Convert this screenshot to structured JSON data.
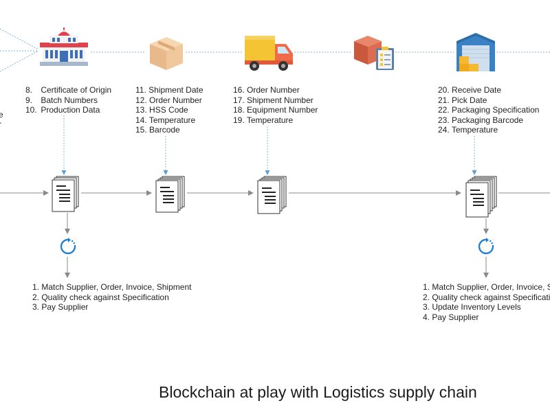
{
  "caption": "Blockchain at play with Logistics supply chain",
  "edge_fragments": [
    "e",
    "r"
  ],
  "stages": [
    {
      "icon": "government-building-icon",
      "fields": [
        {
          "n": "8.",
          "t": "Certificate of Origin"
        },
        {
          "n": "9.",
          "t": "Batch Numbers"
        },
        {
          "n": "10.",
          "t": "Production Data"
        }
      ]
    },
    {
      "icon": "cardboard-box-icon",
      "fields": [
        {
          "n": "11.",
          "t": "Shipment Date"
        },
        {
          "n": "12.",
          "t": "Order Number"
        },
        {
          "n": "13.",
          "t": "HSS Code"
        },
        {
          "n": "14.",
          "t": "Temperature"
        },
        {
          "n": "15.",
          "t": "Barcode"
        }
      ]
    },
    {
      "icon": "delivery-truck-icon",
      "fields": [
        {
          "n": "16.",
          "t": "Order Number"
        },
        {
          "n": "17.",
          "t": "Shipment Number"
        },
        {
          "n": "18.",
          "t": "Equipment Number"
        },
        {
          "n": "19.",
          "t": "Temperature"
        }
      ]
    },
    {
      "icon": "package-checklist-icon",
      "fields": []
    },
    {
      "icon": "warehouse-icon",
      "fields": [
        {
          "n": "20.",
          "t": "Receive Date"
        },
        {
          "n": "21.",
          "t": "Pick Date"
        },
        {
          "n": "22.",
          "t": "Packaging Specification"
        },
        {
          "n": "23.",
          "t": "Packaging Barcode"
        },
        {
          "n": "24.",
          "t": "Temperature"
        }
      ]
    }
  ],
  "smart_contracts": [
    {
      "icon": "sync-icon",
      "steps": [
        "1. Match Supplier, Order, Invoice, Shipment",
        "2. Quality check against Specification",
        "3. Pay Supplier"
      ]
    },
    {
      "icon": "sync-icon",
      "steps": [
        "1. Match Supplier, Order, Invoice, S",
        "2. Quality check against Specificatio",
        "3. Update Inventory Levels",
        "4. Pay Supplier"
      ]
    }
  ]
}
